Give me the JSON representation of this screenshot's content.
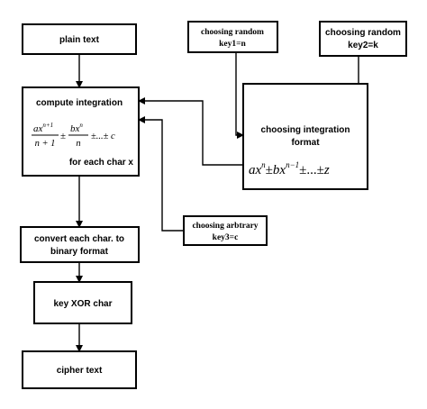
{
  "nodes": {
    "plain_text": {
      "label": "plain text"
    },
    "compute_integration": {
      "title": "compute integration",
      "formula_part1_num": "ax",
      "formula_part1_num_sup": "n+1",
      "formula_part1_den": "n + 1",
      "formula_pm1": "±",
      "formula_part2_num": "bx",
      "formula_part2_num_sup": "n",
      "formula_part2_den": "n",
      "formula_tail": "±...± c",
      "note": "for each char x"
    },
    "key1": {
      "line1": "choosing random",
      "line2": "key1=n"
    },
    "key2": {
      "line1": "choosing random",
      "line2": "key2=k"
    },
    "integration_format": {
      "line1": "choosing integration",
      "line2": "format",
      "formula_a": "ax",
      "formula_a_sup": "n",
      "formula_pm1": "±",
      "formula_b": "bx",
      "formula_b_sup": "n−1",
      "formula_tail": "±...±",
      "formula_z": "z"
    },
    "key3": {
      "line1": "choosing arbtrary",
      "line2": "key3=c"
    },
    "convert_binary": {
      "line1": "convert each char. to",
      "line2": "binary format"
    },
    "key_xor": {
      "label": "key XOR char"
    },
    "cipher_text": {
      "label": "cipher text"
    }
  },
  "colors": {
    "stroke": "#000000",
    "background": "#ffffff"
  }
}
